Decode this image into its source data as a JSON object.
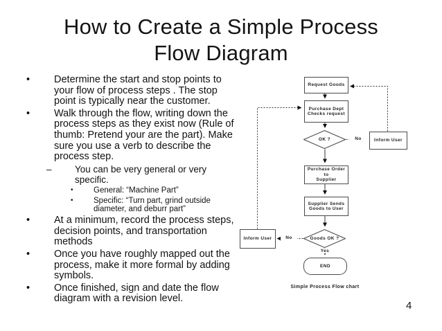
{
  "slide": {
    "title_line1": "How to Create a Simple Process",
    "title_line2": "Flow Diagram",
    "page_number": "4"
  },
  "bullets": [
    {
      "marker": "•",
      "text": "Determine the start and stop points to your flow of process steps .  The stop point is typically near the customer."
    },
    {
      "marker": "•",
      "text": "Walk through the flow, writing down the process steps as they exist now (Rule of thumb: Pretend your are the part). Make sure you use a verb to describe the process step."
    },
    {
      "marker": "–",
      "text": "You can be very general or very specific."
    },
    {
      "marker": "•",
      "text": "General: “Machine Part”"
    },
    {
      "marker": "•",
      "text": "Specific: “Turn part, grind outside diameter, and deburr part”"
    },
    {
      "marker": "•",
      "text": "At a minimum, record the process steps, decision points, and transportation methods"
    },
    {
      "marker": "•",
      "text": "Once you have roughly mapped out the process, make it more formal by adding  symbols."
    },
    {
      "marker": "•",
      "text": "Once finished, sign and date the flow diagram with a revision level."
    }
  ],
  "flowchart": {
    "caption": "Simple Process Flow chart",
    "nodes": {
      "request_goods": "Request Goods",
      "purchase_dept": "Purchase Dept\nChecks request",
      "ok_decision": "OK ?",
      "inform_user_right": "Inform User",
      "purchase_order": "Purchase Order to\nSupplier",
      "supplier_sends": "Supplier Sends\nGoods to User",
      "goods_ok_decision": "Goods OK ?",
      "inform_user_left": "Inform User",
      "end": "END"
    },
    "labels": {
      "no_right": "No",
      "no_left": "No",
      "yes": "Yes"
    }
  }
}
